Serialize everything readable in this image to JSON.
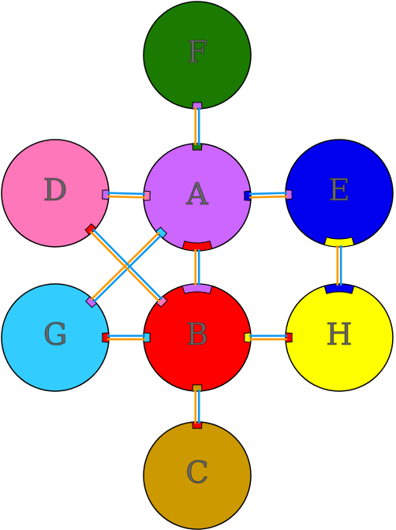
{
  "nodes": [
    {
      "id": "F",
      "label": "F",
      "color": "#1b7a00"
    },
    {
      "id": "A",
      "label": "A",
      "color": "#cc66ff"
    },
    {
      "id": "D",
      "label": "D",
      "color": "#ff77bb"
    },
    {
      "id": "E",
      "label": "E",
      "color": "#0000ee"
    },
    {
      "id": "G",
      "label": "G",
      "color": "#33ccff"
    },
    {
      "id": "B",
      "label": "B",
      "color": "#ff0000"
    },
    {
      "id": "H",
      "label": "H",
      "color": "#ffff00"
    },
    {
      "id": "C",
      "label": "C",
      "color": "#cc9900"
    }
  ],
  "edges": [
    {
      "from": "F",
      "to": "A"
    },
    {
      "from": "D",
      "to": "A"
    },
    {
      "from": "A",
      "to": "E"
    },
    {
      "from": "A",
      "to": "B"
    },
    {
      "from": "A",
      "to": "G"
    },
    {
      "from": "D",
      "to": "B"
    },
    {
      "from": "E",
      "to": "H"
    },
    {
      "from": "G",
      "to": "B"
    },
    {
      "from": "B",
      "to": "H"
    },
    {
      "from": "B",
      "to": "C"
    }
  ],
  "edge_colors": {
    "primary": "#ff9900",
    "secondary": "#1199ee"
  }
}
